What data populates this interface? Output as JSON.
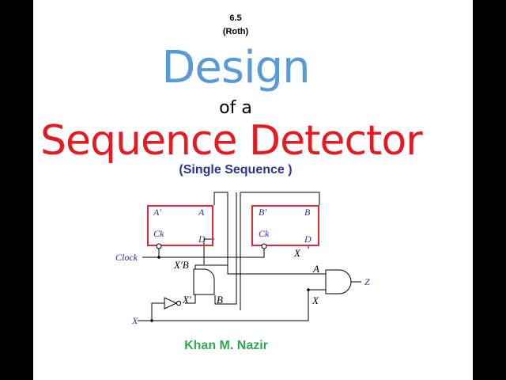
{
  "header": {
    "section_number": "6.5",
    "section_source": "(Roth)"
  },
  "title": {
    "line1": "Design",
    "line2": "of a",
    "line3": "Sequence Detector",
    "subtitle": "(Single Sequence )"
  },
  "author": "Khan M. Nazir",
  "colors": {
    "line1": "#5b9bd5",
    "line3": "#e31b23",
    "subtitle": "#2e3192",
    "author": "#2fa84f",
    "flipflop_border": "#e0293a",
    "wires": "#000000",
    "labels": "#2e3192"
  },
  "circuit": {
    "flipflop_a": {
      "q_bar": "A′",
      "q": "A",
      "clock": "Ck",
      "d": "D"
    },
    "flipflop_b": {
      "q_bar": "B′",
      "q": "B",
      "clock": "Ck",
      "d": "D"
    },
    "clock_label": "Clock",
    "input_label": "X",
    "and1_label": "X′B",
    "inverter_out_label": "X′",
    "and1_b_label": "B",
    "ffb_d_label": "X",
    "and2_a_label": "A",
    "and2_x_label": "X",
    "output_label": "Z"
  }
}
